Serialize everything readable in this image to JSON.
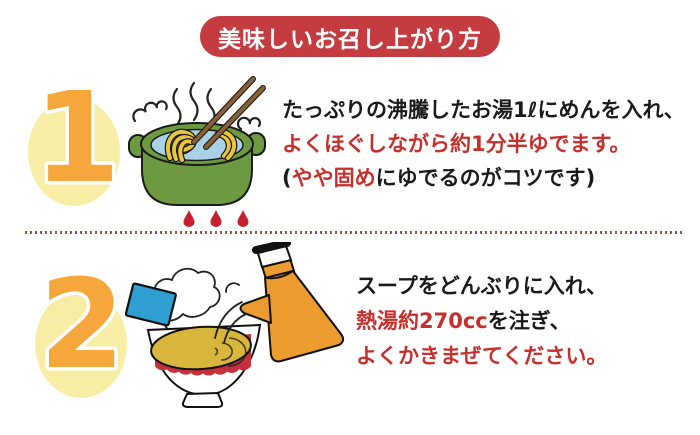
{
  "header": {
    "title": "美味しいお召し上がり方"
  },
  "colors": {
    "black": "#1a1a1a",
    "red": "#c5302c",
    "header_bg": "#c43c40",
    "badge_circle": "#f7eda4",
    "badge_number": "#f5a73b",
    "pot_green": "#6d9a40",
    "water_blue": "#aad2e6",
    "noodle_yellow": "#e9c63e",
    "flame_red": "#c51f30",
    "soup_yellow": "#d8b63c",
    "bowl_band_red": "#c5303a",
    "kettle_orange": "#ec9c2e",
    "packet_blue": "#2f9fd2",
    "divider_brown": "#8b5c3e"
  },
  "steps": [
    {
      "number": "1",
      "illustration": "pot-boiling-noodles-icon",
      "lines": [
        {
          "segments": [
            {
              "text": "たっぷりの沸騰したお湯1ℓにめんを入れ、",
              "color": "black"
            }
          ]
        },
        {
          "segments": [
            {
              "text": "よくほぐしながら約1分半ゆでます。",
              "color": "red"
            }
          ]
        },
        {
          "segments": [
            {
              "text": "(",
              "color": "black"
            },
            {
              "text": "やや固め",
              "color": "red"
            },
            {
              "text": "にゆでるのがコツです)",
              "color": "black"
            }
          ]
        }
      ]
    },
    {
      "number": "2",
      "illustration": "bowl-kettle-soup-icon",
      "lines": [
        {
          "segments": [
            {
              "text": "スープをどんぶりに入れ、",
              "color": "black"
            }
          ]
        },
        {
          "segments": [
            {
              "text": "熱湯約270cc",
              "color": "red"
            },
            {
              "text": "を注ぎ、",
              "color": "black"
            }
          ]
        },
        {
          "segments": [
            {
              "text": "よくかきまぜてください。",
              "color": "red"
            }
          ]
        }
      ]
    }
  ]
}
